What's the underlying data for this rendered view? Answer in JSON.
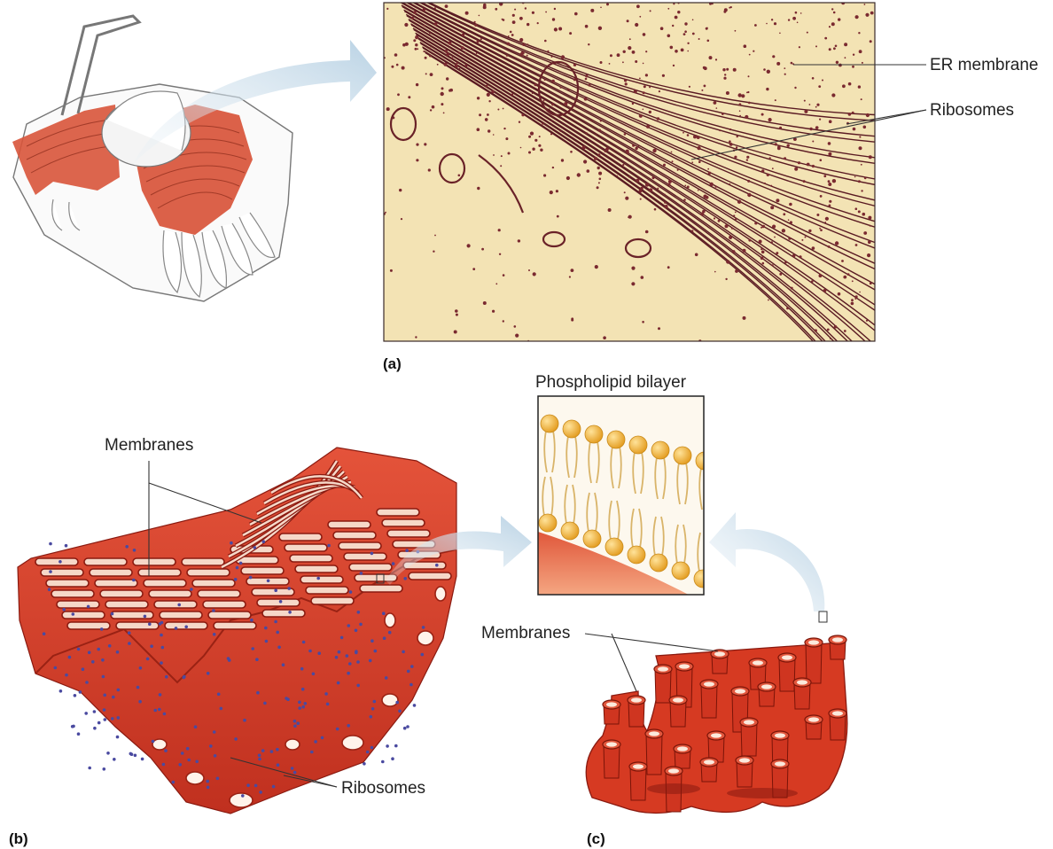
{
  "panels": {
    "a": "(a)",
    "b": "(b)",
    "c": "(c)"
  },
  "labels": {
    "er_membrane": "ER membrane",
    "ribosomes_a": "Ribosomes",
    "membranes_b": "Membranes",
    "ribosomes_b": "Ribosomes",
    "phospholipid_bilayer": "Phospholipid bilayer",
    "membranes_c": "Membranes"
  },
  "colors": {
    "er_red": "#d8432a",
    "er_dark": "#a82418",
    "micrograph_bg": "#f3e3b4",
    "micrograph_line": "#5a1a22",
    "arrow": "#c9dceb",
    "lipid_head": "#f0b540",
    "lipid_tail": "#ecd49a"
  }
}
